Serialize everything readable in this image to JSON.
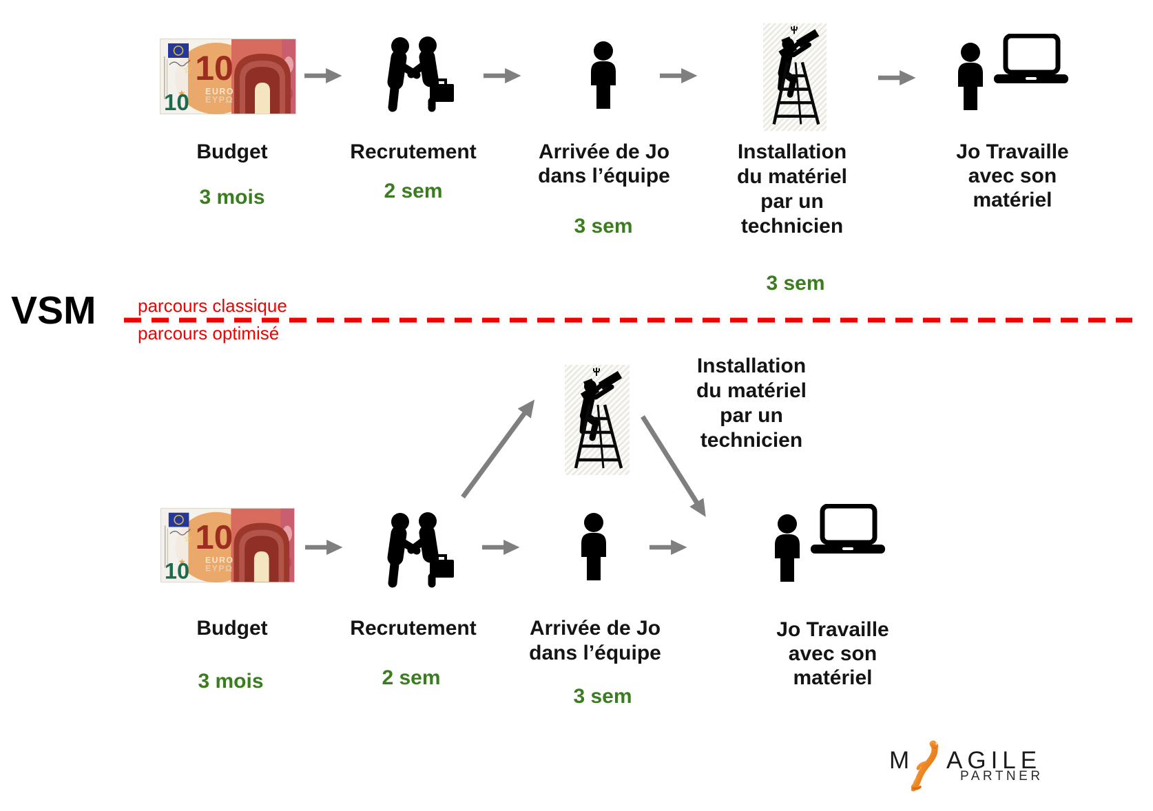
{
  "title": "VSM",
  "divider": {
    "above": "parcours classique",
    "below": "parcours optimisé"
  },
  "banknote": {
    "value_large": "10",
    "value_small": "10",
    "currency_latin": "EURO",
    "currency_greek": "ΕΥΡΩ"
  },
  "classic": {
    "steps": [
      {
        "label1": "Budget",
        "duration": "3 mois"
      },
      {
        "label1": "Recrutement",
        "duration": "2 sem"
      },
      {
        "label1": "Arrivée de Jo",
        "label2": "dans l’équipe",
        "duration": "3 sem"
      },
      {
        "label1": "Installation",
        "label2": "du matériel",
        "label3": "par un",
        "label4": "technicien",
        "duration": "3 sem"
      },
      {
        "label1": "Jo Travaille",
        "label2": "avec son",
        "label3": "matériel"
      }
    ]
  },
  "optimized": {
    "steps": [
      {
        "label1": "Budget",
        "duration": "3 mois"
      },
      {
        "label1": "Recrutement",
        "duration": "2 sem"
      },
      {
        "label1": "Arrivée de Jo",
        "label2": "dans l’équipe",
        "duration": "3 sem"
      },
      {
        "label1": "Installation",
        "label2": "du matériel",
        "label3": "par un",
        "label4": "technicien"
      },
      {
        "label1": "Jo Travaille",
        "label2": "avec son",
        "label3": "matériel"
      }
    ]
  },
  "logo": {
    "letter_m": "M",
    "agile": "AGILE",
    "partner": "PARTNER"
  },
  "colors": {
    "duration_green": "#3a7d1e",
    "divider_red": "#f40000",
    "arrow_gray": "#7f7f7f",
    "icon_black": "#000000",
    "logo_orange": "#e8822a"
  }
}
